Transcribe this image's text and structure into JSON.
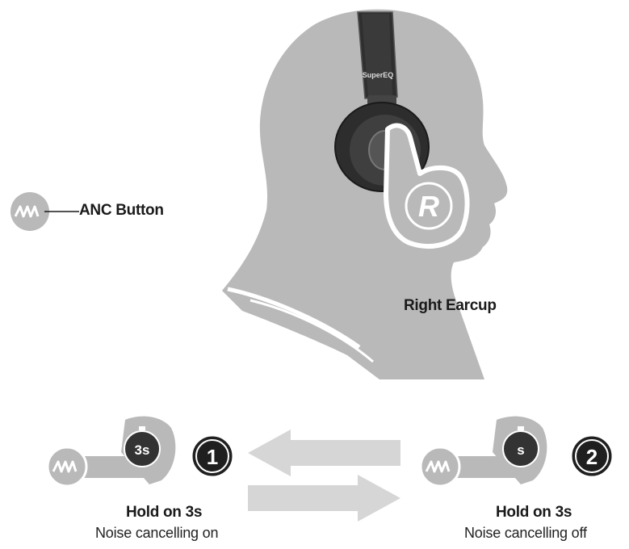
{
  "legend": {
    "anc_button_label": "ANC Button"
  },
  "head": {
    "earcup_label": "Right Earcup",
    "earcup_letter": "R",
    "brand": "SuperEQ"
  },
  "steps": [
    {
      "number": "1",
      "timer": "3s",
      "title": "Hold on 3s",
      "description": "Noise cancelling on"
    },
    {
      "number": "2",
      "timer": "s",
      "title": "Hold on 3s",
      "description": "Noise cancelling off"
    }
  ],
  "colors": {
    "silhouette": "#b9b9b9",
    "dark": "#2b2b2b",
    "arrow": "#d6d6d6",
    "badge": "#1f1f1f"
  },
  "icons": [
    "anc-wave-icon",
    "timer-icon",
    "hand-icon",
    "headphones",
    "arrow-left",
    "arrow-right"
  ]
}
